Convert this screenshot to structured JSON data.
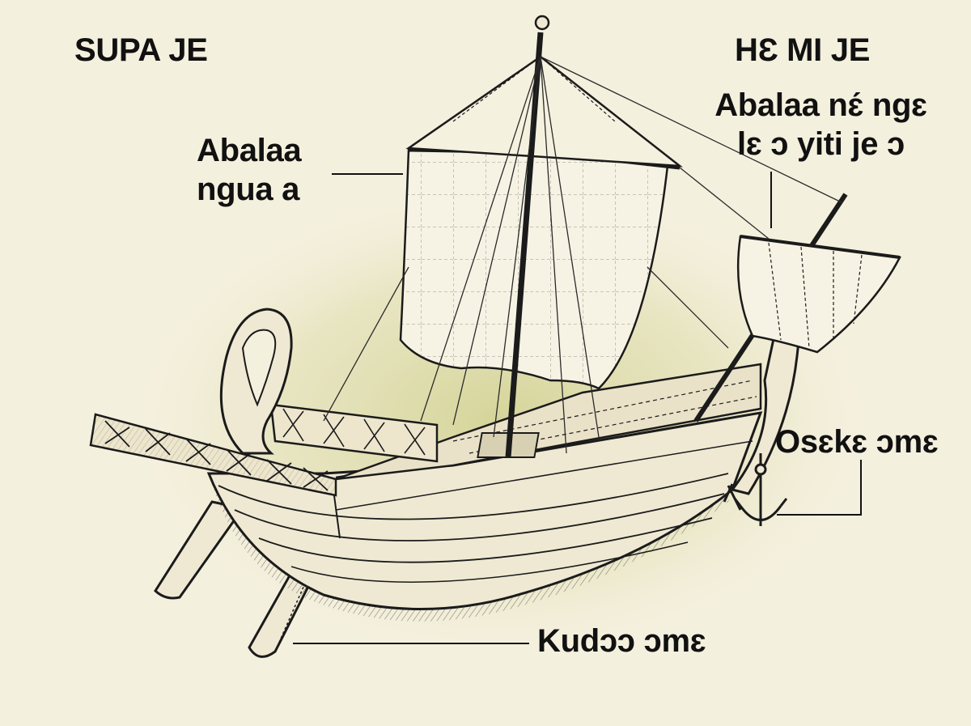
{
  "labels": {
    "stern": "SUPA JE",
    "bow": "HƐ MI JE",
    "main_sail": [
      "Abalaa",
      "ngua a"
    ],
    "fore_sail": [
      "Abalaa nɛ́ ngɛ",
      "lɛ ɔ yiti je ɔ"
    ],
    "anchor": "Osɛkɛ ɔmɛ",
    "steering_oar": "Kudɔɔ ɔmɛ"
  },
  "colors": {
    "background": "#f4f0de",
    "glow": "#d6d69a",
    "ink": "#1b1b1b",
    "wood": "#efe9d3",
    "sail": "#f7f3e4"
  }
}
